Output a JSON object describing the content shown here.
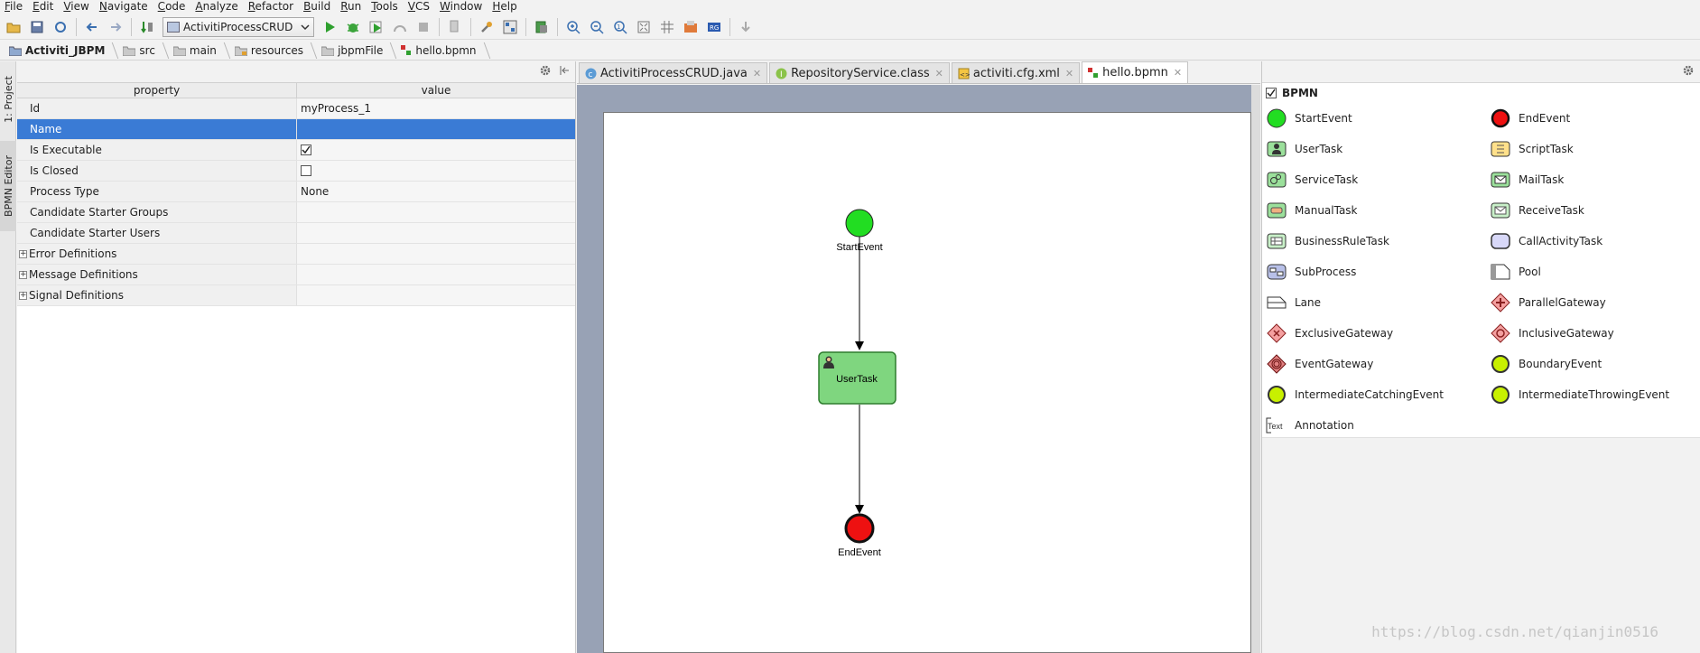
{
  "menu": [
    "File",
    "Edit",
    "View",
    "Navigate",
    "Code",
    "Analyze",
    "Refactor",
    "Build",
    "Run",
    "Tools",
    "VCS",
    "Window",
    "Help"
  ],
  "toolbar": {
    "run_config": "ActivitiProcessCRUD"
  },
  "breadcrumb": [
    "Activiti_JBPM",
    "src",
    "main",
    "resources",
    "jbpmFile",
    "hello.bpmn"
  ],
  "left_strip": {
    "project_tab": "1: Project",
    "bpmn_tab": "BPMN Editor"
  },
  "properties": {
    "header_property": "property",
    "header_value": "value",
    "rows": [
      {
        "name": "Id",
        "value": "myProcess_1"
      },
      {
        "name": "Name",
        "value": ""
      },
      {
        "name": "Is Executable",
        "value": "checked"
      },
      {
        "name": "Is Closed",
        "value": "unchecked"
      },
      {
        "name": "Process Type",
        "value": "None"
      },
      {
        "name": "Candidate Starter Groups",
        "value": ""
      },
      {
        "name": "Candidate Starter Users",
        "value": ""
      },
      {
        "name": "Error Definitions",
        "value": ""
      },
      {
        "name": "Message Definitions",
        "value": ""
      },
      {
        "name": "Signal Definitions",
        "value": ""
      }
    ]
  },
  "editor_tabs": [
    {
      "label": "ActivitiProcessCRUD.java",
      "icon": "class-icon"
    },
    {
      "label": "RepositoryService.class",
      "icon": "interface-icon"
    },
    {
      "label": "activiti.cfg.xml",
      "icon": "xml-icon"
    },
    {
      "label": "hello.bpmn",
      "icon": "bpmn-icon",
      "active": true
    }
  ],
  "diagram": {
    "start_label": "StartEvent",
    "task_label": "UserTask",
    "end_label": "EndEvent",
    "colors": {
      "start": "#22dd22",
      "end": "#ee1111",
      "task": "#7fd67f"
    }
  },
  "palette": {
    "title": "BPMN",
    "items": [
      {
        "label": "StartEvent",
        "icon": "start-event-icon"
      },
      {
        "label": "EndEvent",
        "icon": "end-event-icon"
      },
      {
        "label": "UserTask",
        "icon": "user-task-icon"
      },
      {
        "label": "ScriptTask",
        "icon": "script-task-icon"
      },
      {
        "label": "ServiceTask",
        "icon": "service-task-icon"
      },
      {
        "label": "MailTask",
        "icon": "mail-task-icon"
      },
      {
        "label": "ManualTask",
        "icon": "manual-task-icon"
      },
      {
        "label": "ReceiveTask",
        "icon": "receive-task-icon"
      },
      {
        "label": "BusinessRuleTask",
        "icon": "business-rule-task-icon"
      },
      {
        "label": "CallActivityTask",
        "icon": "call-activity-task-icon"
      },
      {
        "label": "SubProcess",
        "icon": "subprocess-icon"
      },
      {
        "label": "Pool",
        "icon": "pool-icon"
      },
      {
        "label": "Lane",
        "icon": "lane-icon"
      },
      {
        "label": "ParallelGateway",
        "icon": "parallel-gateway-icon"
      },
      {
        "label": "ExclusiveGateway",
        "icon": "exclusive-gateway-icon"
      },
      {
        "label": "InclusiveGateway",
        "icon": "inclusive-gateway-icon"
      },
      {
        "label": "EventGateway",
        "icon": "event-gateway-icon"
      },
      {
        "label": "BoundaryEvent",
        "icon": "boundary-event-icon"
      },
      {
        "label": "IntermediateCatchingEvent",
        "icon": "intermediate-catching-event-icon"
      },
      {
        "label": "IntermediateThrowingEvent",
        "icon": "intermediate-throwing-event-icon"
      },
      {
        "label": "Annotation",
        "icon": "annotation-icon",
        "icon_text": "Text"
      }
    ]
  },
  "watermark": "https://blog.csdn.net/qianjin0516"
}
